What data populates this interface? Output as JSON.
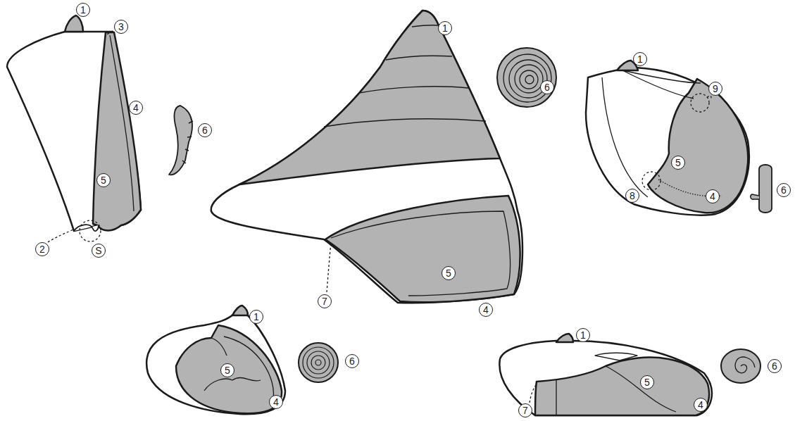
{
  "diagram": {
    "labels": [
      "1",
      "3",
      "4",
      "5",
      "6",
      "2",
      "S",
      "1",
      "6",
      "5",
      "7",
      "4",
      "1",
      "9",
      "5",
      "4",
      "8",
      "6",
      "1",
      "5",
      "6",
      "4",
      "1",
      "5",
      "6",
      "4",
      "7"
    ]
  }
}
